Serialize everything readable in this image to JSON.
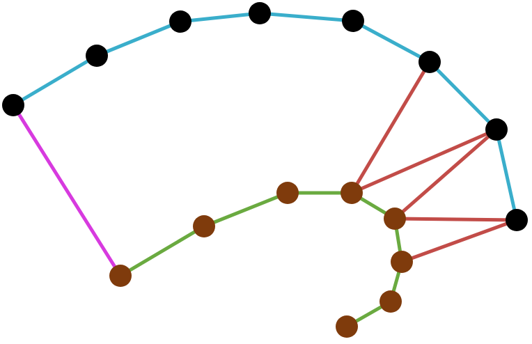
{
  "colors": {
    "background": "#ffffff",
    "outer_chain_edge": "#3aaecb",
    "inner_chain_edge": "#6aaa40",
    "cross_link_edge": "#c24c48",
    "bridge_edge": "#d73adf",
    "outer_node": "#000000",
    "inner_node": "#7f3b0c"
  },
  "diagram": {
    "nodes": [
      {
        "id": "k0",
        "group": "outer"
      },
      {
        "id": "k1",
        "group": "outer"
      },
      {
        "id": "k2",
        "group": "outer"
      },
      {
        "id": "k3",
        "group": "outer"
      },
      {
        "id": "k4",
        "group": "outer"
      },
      {
        "id": "k5",
        "group": "outer"
      },
      {
        "id": "k6",
        "group": "outer"
      },
      {
        "id": "k7",
        "group": "outer"
      },
      {
        "id": "b0",
        "group": "inner"
      },
      {
        "id": "b1",
        "group": "inner"
      },
      {
        "id": "b2",
        "group": "inner"
      },
      {
        "id": "b3",
        "group": "inner"
      },
      {
        "id": "b4",
        "group": "inner"
      },
      {
        "id": "b5",
        "group": "inner"
      },
      {
        "id": "b6",
        "group": "inner"
      },
      {
        "id": "b7",
        "group": "inner"
      }
    ],
    "edges": [
      {
        "from": "k0",
        "to": "k1",
        "kind": "outer_chain"
      },
      {
        "from": "k1",
        "to": "k2",
        "kind": "outer_chain"
      },
      {
        "from": "k2",
        "to": "k3",
        "kind": "outer_chain"
      },
      {
        "from": "k3",
        "to": "k4",
        "kind": "outer_chain"
      },
      {
        "from": "k4",
        "to": "k5",
        "kind": "outer_chain"
      },
      {
        "from": "k5",
        "to": "k6",
        "kind": "outer_chain"
      },
      {
        "from": "k6",
        "to": "k7",
        "kind": "outer_chain"
      },
      {
        "from": "k0",
        "to": "b0",
        "kind": "bridge"
      },
      {
        "from": "b0",
        "to": "b1",
        "kind": "inner_chain"
      },
      {
        "from": "b1",
        "to": "b2",
        "kind": "inner_chain"
      },
      {
        "from": "b2",
        "to": "b3",
        "kind": "inner_chain"
      },
      {
        "from": "b3",
        "to": "b4",
        "kind": "inner_chain"
      },
      {
        "from": "b4",
        "to": "b5",
        "kind": "inner_chain"
      },
      {
        "from": "b5",
        "to": "b6",
        "kind": "inner_chain"
      },
      {
        "from": "b6",
        "to": "b7",
        "kind": "inner_chain"
      },
      {
        "from": "b3",
        "to": "k5",
        "kind": "cross_link"
      },
      {
        "from": "b3",
        "to": "k6",
        "kind": "cross_link"
      },
      {
        "from": "b4",
        "to": "k6",
        "kind": "cross_link"
      },
      {
        "from": "b4",
        "to": "k7",
        "kind": "cross_link"
      },
      {
        "from": "b5",
        "to": "k7",
        "kind": "cross_link"
      }
    ]
  }
}
